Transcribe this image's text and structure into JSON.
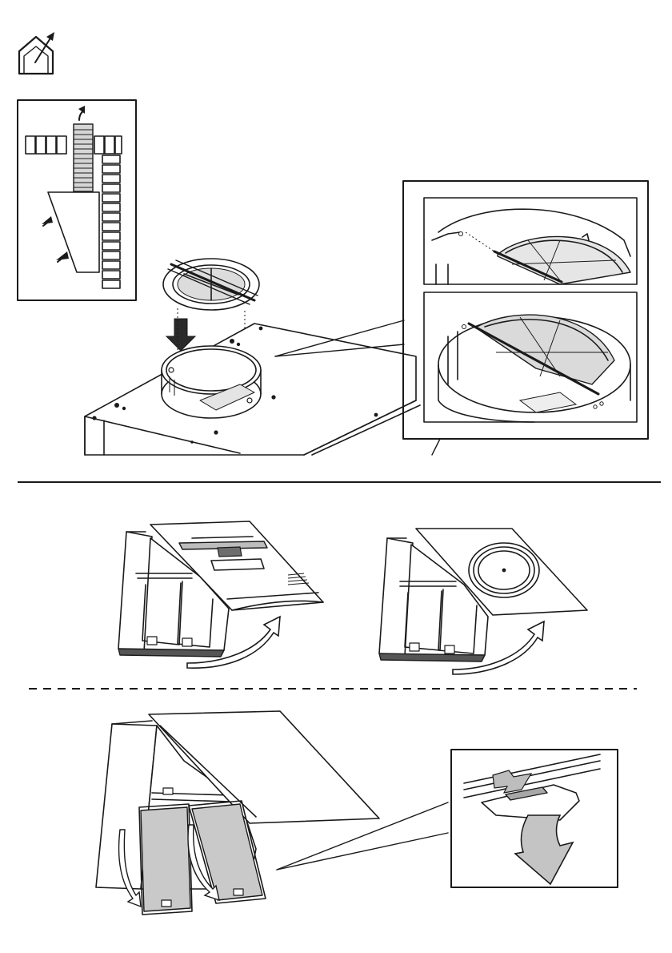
{
  "icons": {
    "top_left": "house-vent-outside-icon"
  },
  "sections": [
    {
      "name": "extraction-ring-installation",
      "elements": [
        "duct-diagram-inset",
        "damper-ring",
        "hood-top",
        "detail-inset-upper",
        "detail-inset-lower"
      ]
    },
    {
      "name": "panel-opening",
      "elements": [
        "hood-panel-open-filter-view",
        "hood-panel-open-flat-view"
      ]
    },
    {
      "name": "filter-removal",
      "elements": [
        "hood-open-filters",
        "filter-latch-detail"
      ]
    }
  ],
  "colors": {
    "line": "#1a1a1a",
    "shade": "#c9c9c9",
    "arrow": "#bdbdbd",
    "background": "#ffffff"
  }
}
